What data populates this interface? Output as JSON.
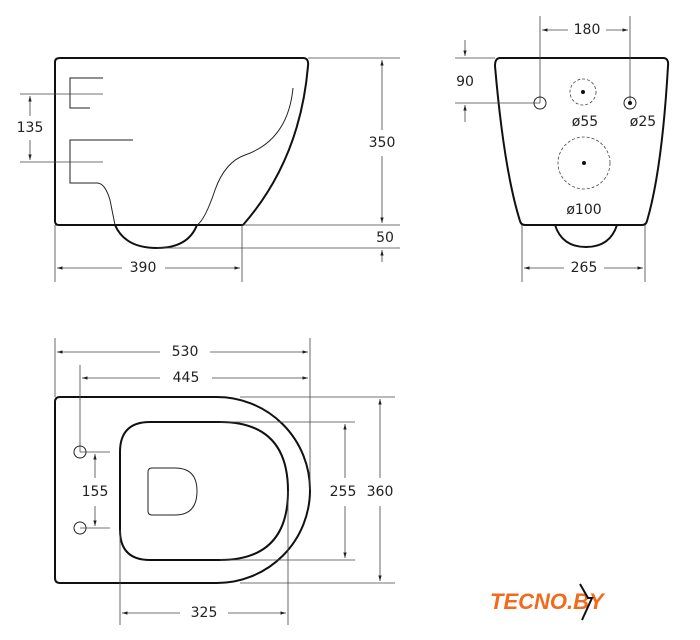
{
  "side_view": {
    "height_label": "350",
    "inlet_spacing_label": "135",
    "bowl_drop_label": "50",
    "depth_label": "390"
  },
  "rear_view": {
    "spacing_label": "180",
    "height_offset_label": "90",
    "hole_small_label": "ø55",
    "hole_tiny_label": "ø25",
    "hole_large_label": "ø100",
    "width_label": "265"
  },
  "top_view": {
    "length_label": "530",
    "fix_length_label": "445",
    "width_label": "360",
    "seat_width_label": "255",
    "fix_spacing_label": "155",
    "seat_length_label": "325"
  },
  "logo": {
    "text": "TECNO.BY",
    "color": "#f26a1b"
  }
}
